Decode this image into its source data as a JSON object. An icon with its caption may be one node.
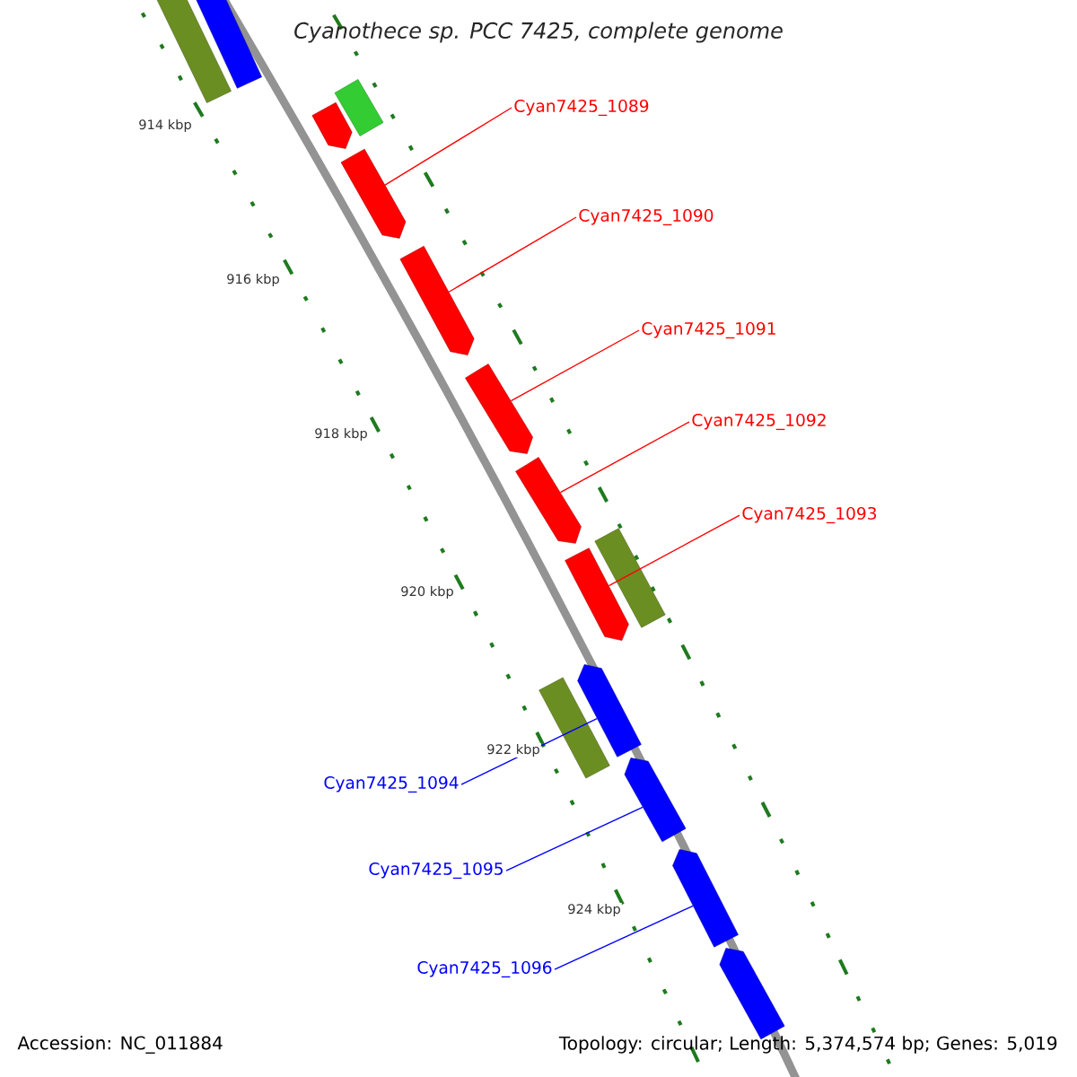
{
  "diagram": {
    "title": "Cyanothece sp. PCC 7425, complete genome",
    "nodes": [
      {
        "text": [],
        "shape": "box"
      },
      {
        "text": [],
        "shape": "box"
      },
      {
        "text": [],
        "shape": "box"
      },
      {
        "text": [],
        "shape": "pentagon"
      },
      {
        "text": [
          "Cyan7425_1089"
        ]
      },
      {
        "text": [],
        "shape": "pentagon"
      },
      {
        "text": [
          "Cyan7425_1090"
        ]
      },
      {
        "text": [],
        "shape": "pentagon"
      },
      {
        "text": [
          "Cyan7425_1091"
        ]
      },
      {
        "text": [],
        "shape": "pentagon"
      },
      {
        "text": [
          "Cyan7425_1092"
        ]
      },
      {
        "text": [],
        "shape": "pentagon"
      },
      {
        "text": [
          "Cyan7425_1093"
        ]
      },
      {
        "text": [],
        "shape": "box"
      },
      {
        "text": [],
        "shape": "pentagon"
      },
      {
        "text": [],
        "shape": "pentagon"
      },
      {
        "text": [],
        "shape": "box"
      },
      {
        "text": [
          "Cyan7425_1094"
        ]
      },
      {
        "text": [],
        "shape": "pentagon"
      },
      {
        "text": [
          "Cyan7425_1095"
        ]
      },
      {
        "text": [],
        "shape": "pentagon"
      },
      {
        "text": [
          "Cyan7425_1096"
        ]
      },
      {
        "text": [],
        "shape": "pentagon"
      }
    ],
    "edges": [
      {
        "from": 4,
        "to": 5,
        "arrow": "none"
      },
      {
        "from": 6,
        "to": 7,
        "arrow": "none"
      },
      {
        "from": 8,
        "to": 9,
        "arrow": "none"
      },
      {
        "from": 10,
        "to": 11,
        "arrow": "none"
      },
      {
        "from": 12,
        "to": 14,
        "arrow": "none"
      },
      {
        "from": 17,
        "to": 15,
        "arrow": "none",
        "color": "#0000ff"
      },
      {
        "from": 19,
        "to": 18,
        "arrow": "none",
        "color": "#0000ff"
      },
      {
        "from": 21,
        "to": 20,
        "arrow": "none",
        "color": "#0000ff"
      }
    ],
    "labels": [
      "914 kbp",
      "916 kbp",
      "918 kbp",
      "920 kbp",
      "922 kbp",
      "924 kbp",
      "Accession: NC_011884",
      "Topology: circular; Length: 5,374,574 bp; Genes: 5,019"
    ]
  }
}
